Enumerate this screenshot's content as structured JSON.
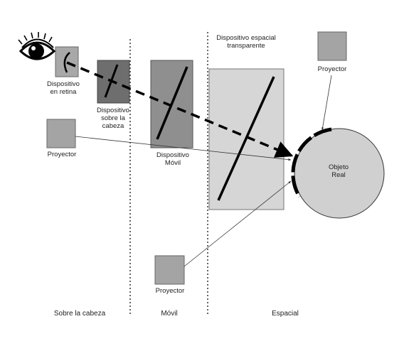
{
  "labels": {
    "retina_device": [
      "Dispositivo",
      "en retina"
    ],
    "head_device": [
      "Dispositivo",
      "sobre la",
      "cabeza"
    ],
    "mobile_device": [
      "Dispositivo",
      "Móvil"
    ],
    "spatial_device": [
      "Dispositivo espacial",
      "transparente"
    ],
    "projector_left": "Proyector",
    "projector_top": "Proyector",
    "projector_bottom": "Proyector",
    "real_object": [
      "Objeto",
      "Real"
    ]
  },
  "sections": {
    "head": "Sobre la cabeza",
    "mobile": "Móvil",
    "spatial": "Espacial"
  },
  "colors": {
    "box_fill": "#a4a4a4",
    "head_device_fill": "#6e6e6e",
    "mobile_device_fill": "#8f8f8f",
    "spatial_panel_fill": "#d6d6d6",
    "object_fill": "#d0d0d0",
    "line": "#000000"
  }
}
